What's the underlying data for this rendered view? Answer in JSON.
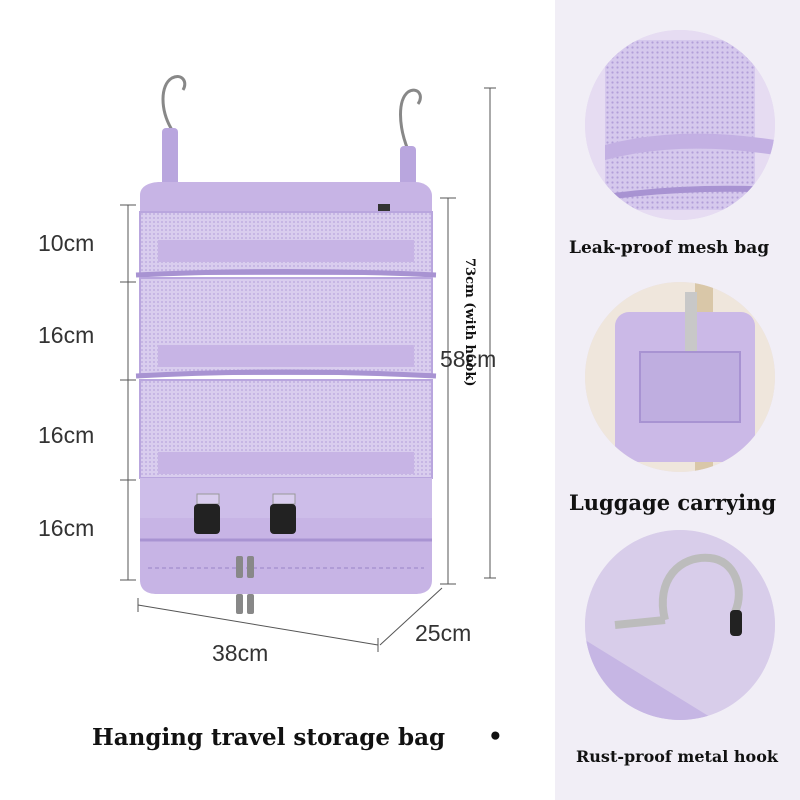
{
  "caption": "Hanging travel storage bag",
  "caption_bullet": "•",
  "dimensions": {
    "shelf_1": "10cm",
    "shelf_2": "16cm",
    "shelf_3": "16cm",
    "shelf_4": "16cm",
    "body_height": "58cm",
    "total_height": "73cm (with hook)",
    "width": "38cm",
    "depth": "25cm"
  },
  "features": [
    {
      "label": "Leak-proof mesh bag",
      "icon": "mesh-pocket-icon"
    },
    {
      "label": "Luggage carrying",
      "icon": "luggage-strap-icon"
    },
    {
      "label": "Rust-proof metal hook",
      "icon": "metal-hook-icon"
    }
  ],
  "colors": {
    "product_lavender": "#c9b8e6",
    "product_dark": "#a893d2",
    "panel_background": "#f1eef6",
    "text": "#111111"
  }
}
